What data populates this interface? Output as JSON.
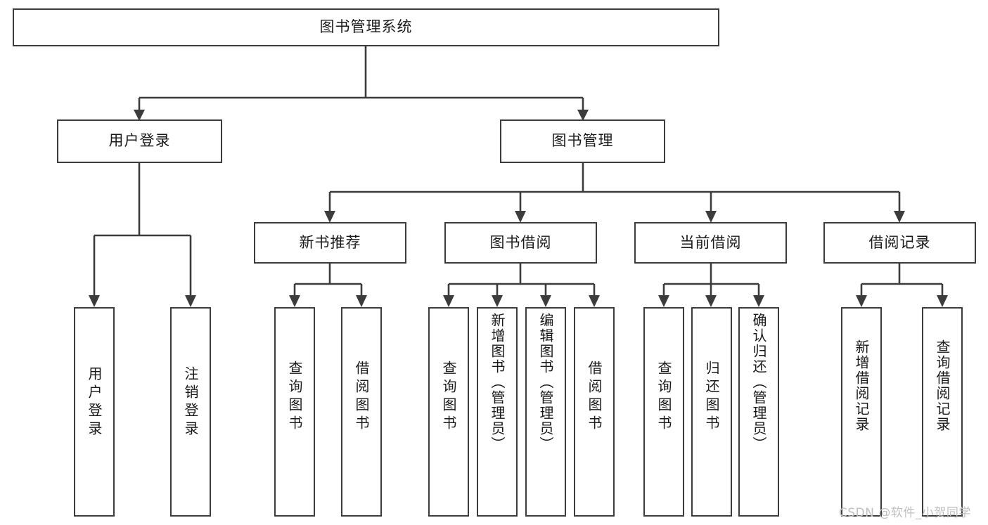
{
  "diagram": {
    "type": "tree-hierarchy",
    "title": "图书管理系统",
    "watermark": "CSDN @软件_小贺同学",
    "root": {
      "label": "图书管理系统",
      "children": [
        {
          "label": "用户登录",
          "children": [
            {
              "label": "用户登录"
            },
            {
              "label": "注销登录"
            }
          ]
        },
        {
          "label": "图书管理",
          "children": [
            {
              "label": "新书推荐",
              "children": [
                {
                  "label": "查询图书"
                },
                {
                  "label": "借阅图书"
                }
              ]
            },
            {
              "label": "图书借阅",
              "children": [
                {
                  "label": "查询图书"
                },
                {
                  "label": "新增图书（管理员）"
                },
                {
                  "label": "编辑图书（管理员）"
                },
                {
                  "label": "借阅图书"
                }
              ]
            },
            {
              "label": "当前借阅",
              "children": [
                {
                  "label": "查询图书"
                },
                {
                  "label": "归还图书"
                },
                {
                  "label": "确认归还（管理员）"
                }
              ]
            },
            {
              "label": "借阅记录",
              "children": [
                {
                  "label": "新增借阅记录"
                },
                {
                  "label": "查询借阅记录"
                }
              ]
            }
          ]
        }
      ]
    },
    "nodes": {
      "root": "图书管理系统",
      "user_login": "用户登录",
      "book_manage": "图书管理",
      "new_book_rec": "新书推荐",
      "book_borrow": "图书借阅",
      "current_borrow": "当前借阅",
      "borrow_record": "借阅记录",
      "leaf_user_login": "用户登录",
      "leaf_user_logout": "注销登录",
      "leaf_rec_query": "查询图书",
      "leaf_rec_borrow": "借阅图书",
      "leaf_bb_query": "查询图书",
      "leaf_bb_add": "新增图书（管理员）",
      "leaf_bb_edit": "编辑图书（管理员）",
      "leaf_bb_borrow": "借阅图书",
      "leaf_cb_query": "查询图书",
      "leaf_cb_return": "归还图书",
      "leaf_cb_confirm": "确认归还（管理员）",
      "leaf_br_add": "新增借阅记录",
      "leaf_br_query": "查询借阅记录"
    },
    "colors": {
      "border": "#3c3c3c",
      "background": "#ffffff",
      "text": "#1a1a1a",
      "watermark": "#bfbfbf"
    }
  }
}
